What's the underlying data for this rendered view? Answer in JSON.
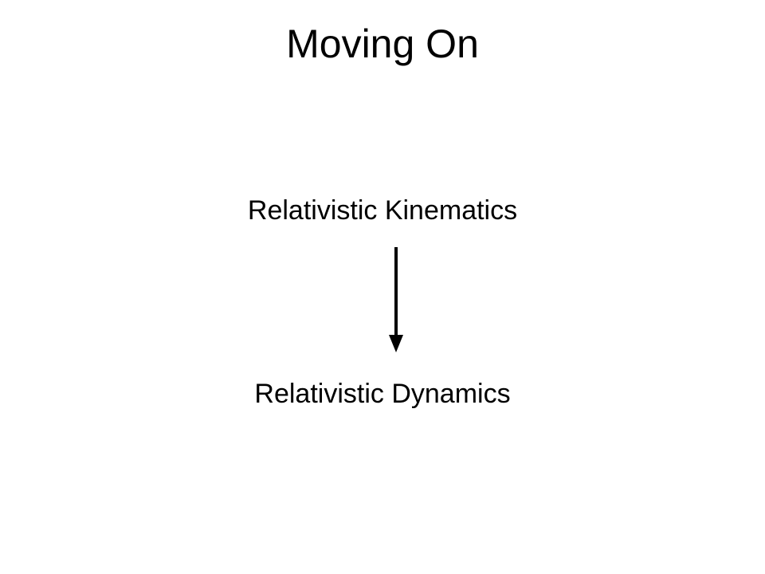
{
  "slide": {
    "title": "Moving On",
    "diagram": {
      "from_label": "Relativistic Kinematics",
      "to_label": "Relativistic Dynamics",
      "arrow_color": "#000000"
    }
  }
}
